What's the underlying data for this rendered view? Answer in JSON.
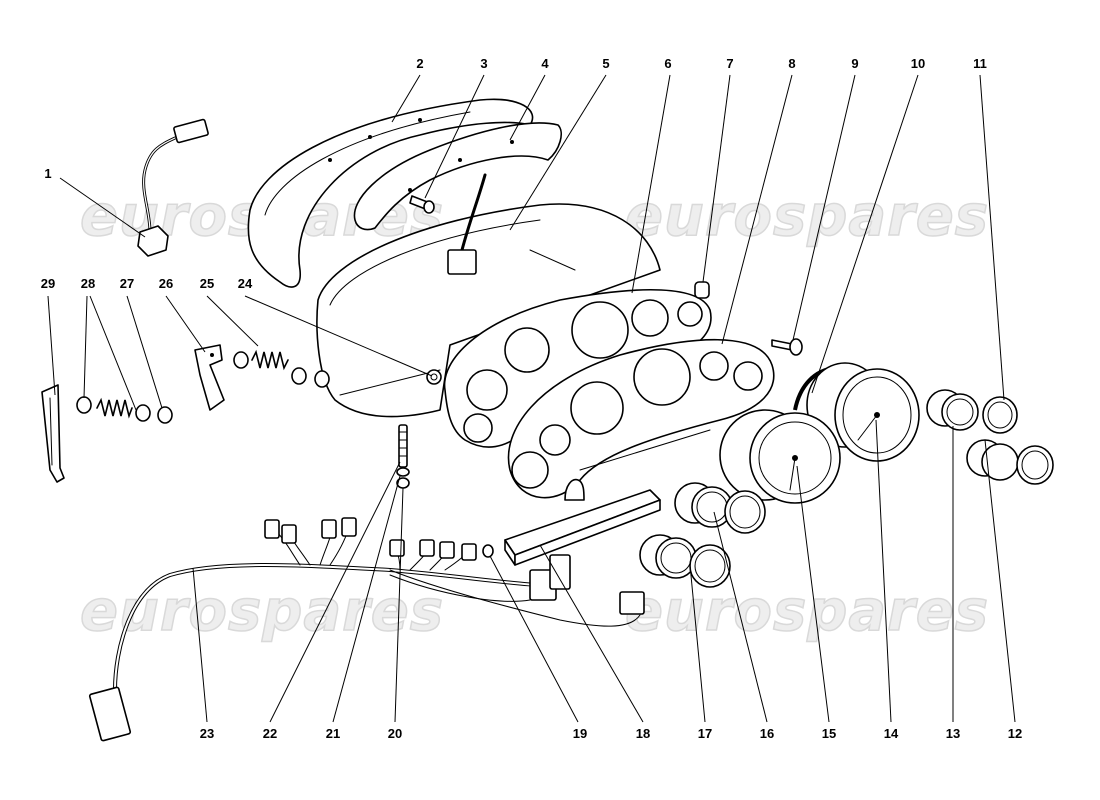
{
  "watermark": "eurospares",
  "callouts": [
    {
      "id": "1",
      "text": "1"
    },
    {
      "id": "2",
      "text": "2"
    },
    {
      "id": "3",
      "text": "3"
    },
    {
      "id": "4",
      "text": "4"
    },
    {
      "id": "5",
      "text": "5"
    },
    {
      "id": "6",
      "text": "6"
    },
    {
      "id": "7",
      "text": "7"
    },
    {
      "id": "8",
      "text": "8"
    },
    {
      "id": "9",
      "text": "9"
    },
    {
      "id": "10",
      "text": "10"
    },
    {
      "id": "11",
      "text": "11"
    },
    {
      "id": "12",
      "text": "12"
    },
    {
      "id": "13",
      "text": "13"
    },
    {
      "id": "14",
      "text": "14"
    },
    {
      "id": "15",
      "text": "15"
    },
    {
      "id": "16",
      "text": "16"
    },
    {
      "id": "17",
      "text": "17"
    },
    {
      "id": "18",
      "text": "18"
    },
    {
      "id": "19",
      "text": "19"
    },
    {
      "id": "20",
      "text": "20"
    },
    {
      "id": "21",
      "text": "21"
    },
    {
      "id": "22",
      "text": "22"
    },
    {
      "id": "23",
      "text": "23"
    },
    {
      "id": "24",
      "text": "24"
    },
    {
      "id": "25",
      "text": "25"
    },
    {
      "id": "26",
      "text": "26"
    },
    {
      "id": "27",
      "text": "27"
    },
    {
      "id": "28",
      "text": "28"
    },
    {
      "id": "29",
      "text": "29"
    }
  ]
}
